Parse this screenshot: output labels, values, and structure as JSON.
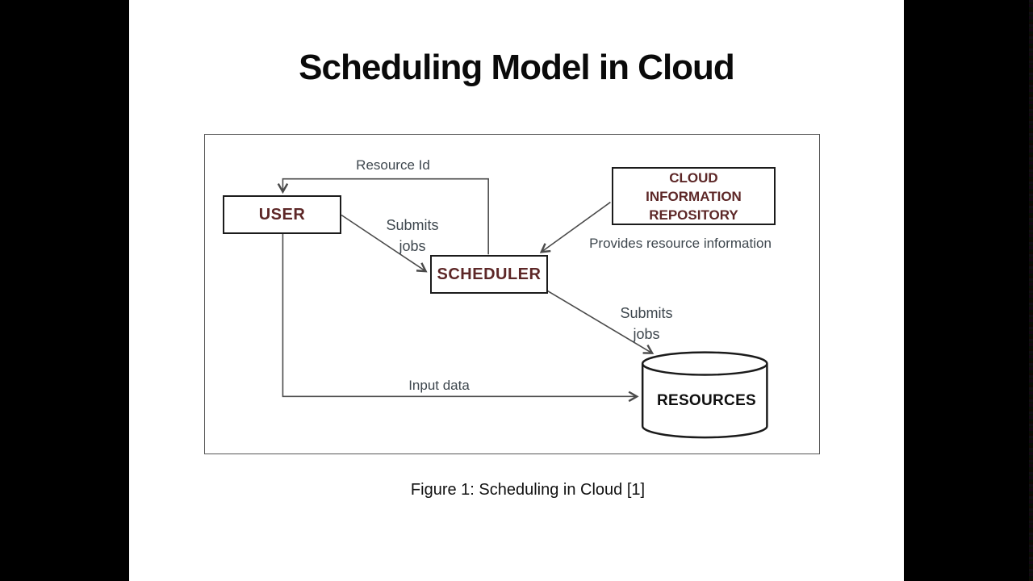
{
  "slide": {
    "title": "Scheduling Model in Cloud",
    "caption": "Figure 1: Scheduling in Cloud [1]"
  },
  "diagram": {
    "nodes": {
      "user": "USER",
      "cloud_information_repository": "CLOUD\nINFORMATION\nREPOSITORY",
      "scheduler": "SCHEDULER",
      "resources": "RESOURCES"
    },
    "edge_labels": {
      "resource_id": "Resource Id",
      "user_submits_jobs": "Submits\njobs",
      "provides_resource_information": "Provides resource information",
      "scheduler_submits_jobs": "Submits\njobs",
      "input_data": "Input data"
    },
    "colors": {
      "letterbox": "#000000",
      "slide_background": "#ffffff",
      "title_text": "#0a0a0a",
      "node_border": "#1b1b1b",
      "node_text_maroon": "#5d2727",
      "resources_text": "#0f0f0f",
      "connector_line": "#4a4a4a",
      "edge_label_text": "#3e474e",
      "panel_border": "#565656"
    }
  }
}
